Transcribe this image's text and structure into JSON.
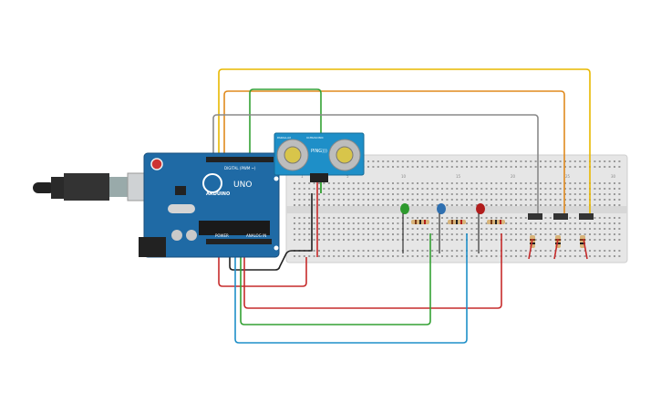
{
  "arduino": {
    "brand": "ARDUINO",
    "model": "UNO",
    "digital_label": "DIGITAL (PWM ~)",
    "power_label": "POWER",
    "analog_label": "ANALOG IN"
  },
  "sensor": {
    "model": "PING)))",
    "maker_text": "PARALLAX",
    "tag": "ULTRASONIC"
  },
  "breadboard": {
    "top_numbers": [
      "1",
      "5",
      "10",
      "15",
      "20",
      "25",
      "30"
    ]
  },
  "leds": [
    {
      "color": "#2e9a2e"
    },
    {
      "color": "#2e6fb0"
    },
    {
      "color": "#b11d1d"
    }
  ],
  "colors": {
    "wire_yellow": "#e8b800",
    "wire_orange": "#e08a1e",
    "wire_green": "#33a133",
    "wire_gray": "#8a8a8a",
    "wire_red": "#c62b2b",
    "wire_black": "#222222",
    "wire_blue": "#1e8fc8",
    "board_blue": "#1f6aa5",
    "breadboard": "#e6e6e6"
  }
}
